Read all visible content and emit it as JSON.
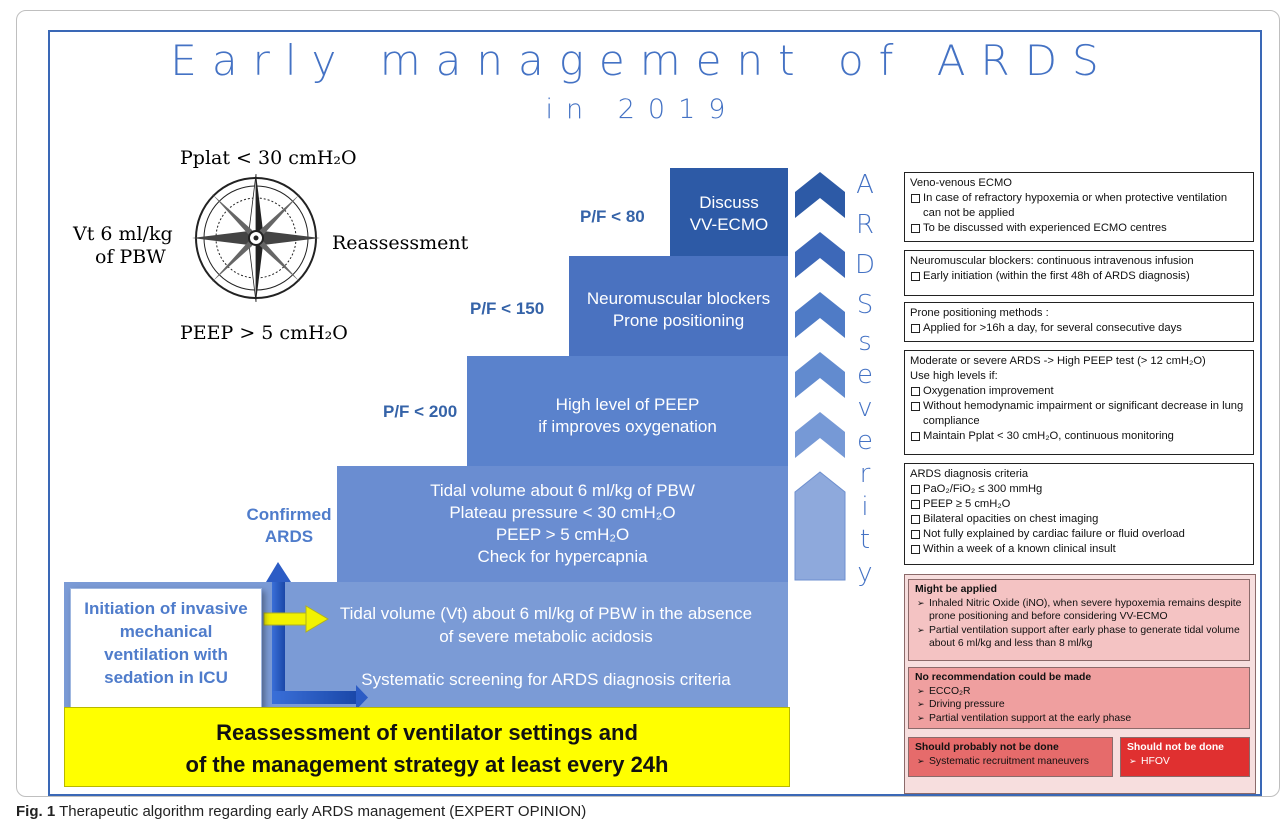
{
  "title": {
    "line1": "Early management of ARDS",
    "line2": "in 2019"
  },
  "compass": {
    "top": "Pplat < 30 cmH₂O",
    "left_line1": "Vt 6 ml/kg",
    "left_line2": "of PBW",
    "right": "Reassessment",
    "bottom": "PEEP > 5 cmH₂O",
    "icon": "compass-rose-icon"
  },
  "steps": {
    "base": {
      "line1": "Tidal volume (Vt) about 6 ml/kg  of PBW in the absence",
      "line2": "of severe metabolic acidosis",
      "line3": "Systematic screening for ARDS diagnosis criteria"
    },
    "confirmed": {
      "label_line1": "Confirmed",
      "label_line2": "ARDS",
      "line1": "Tidal volume about 6 ml/kg of PBW",
      "line2": "Plateau pressure < 30 cmH₂O",
      "line3": "PEEP > 5 cmH₂O",
      "line4": "Check for hypercapnia"
    },
    "pf200": {
      "label": "P/F < 200",
      "line1": "High level of PEEP",
      "line2": "if improves oxygenation"
    },
    "pf150": {
      "label": "P/F < 150",
      "line1": "Neuromuscular blockers",
      "line2": "Prone positioning"
    },
    "pf80": {
      "label": "P/F < 80",
      "line1": "Discuss",
      "line2": "VV-ECMO"
    }
  },
  "initiation": {
    "text": "Initiation of invasive mechanical ventilation with sedation in ICU"
  },
  "reassessment": {
    "line1": "Reassessment of ventilator settings and",
    "line2": "of the management strategy at least every 24h"
  },
  "severity_label": [
    "A",
    "R",
    "D",
    "S",
    "s",
    "e",
    "v",
    "e",
    "r",
    "i",
    "t",
    "y"
  ],
  "boxes": {
    "ecmo": {
      "title": "Veno-venous ECMO",
      "items": [
        "In case of refractory hypoxemia or when protective ventilation can not be applied",
        "To be discussed with experienced ECMO centres"
      ]
    },
    "nmb": {
      "title": "Neuromuscular blockers: continuous intravenous infusion",
      "items": [
        "Early initiation (within the first 48h of ARDS diagnosis)"
      ]
    },
    "prone": {
      "title": "Prone positioning methods :",
      "items": [
        "Applied for >16h a day, for several consecutive days"
      ]
    },
    "peep": {
      "title": "Moderate or severe ARDS -> High PEEP test (> 12 cmH₂O)",
      "subtitle": "Use high levels if:",
      "items": [
        "Oxygenation improvement",
        "Without hemodynamic impairment or significant decrease in lung compliance",
        "Maintain Pplat < 30 cmH₂O, continuous monitoring"
      ]
    },
    "criteria": {
      "title": "ARDS diagnosis criteria",
      "items": [
        "PaO₂/FiO₂ ≤ 300 mmHg",
        "PEEP ≥ 5 cmH₂O",
        "Bilateral opacities on chest imaging",
        "Not fully explained by cardiac failure or fluid overload",
        "Within a week of a known clinical insult"
      ]
    }
  },
  "might": {
    "title": "Might be applied",
    "items": [
      "Inhaled Nitric Oxide (iNO), when severe hypoxemia remains despite prone positioning and before considering VV-ECMO",
      "Partial ventilation support after early phase to generate tidal volume about  6 ml/kg and less than 8 ml/kg"
    ],
    "color": "#f4c3c3"
  },
  "norec": {
    "title": "No recommendation could be made",
    "items": [
      "ECCO₂R",
      "Driving pressure",
      "Partial ventilation support at the early phase"
    ],
    "color": "#ef9f9f"
  },
  "probnot": {
    "title": "Should probably not be done",
    "items": [
      "Systematic recruitment maneuvers"
    ],
    "color": "#e66b6b"
  },
  "not": {
    "title": "Should not be done",
    "items": [
      "HFOV"
    ],
    "color": "#e03030"
  },
  "caption": {
    "label": "Fig. 1",
    "text": "Therapeutic algorithm regarding early ARDS management (EXPERT OPINION)"
  }
}
